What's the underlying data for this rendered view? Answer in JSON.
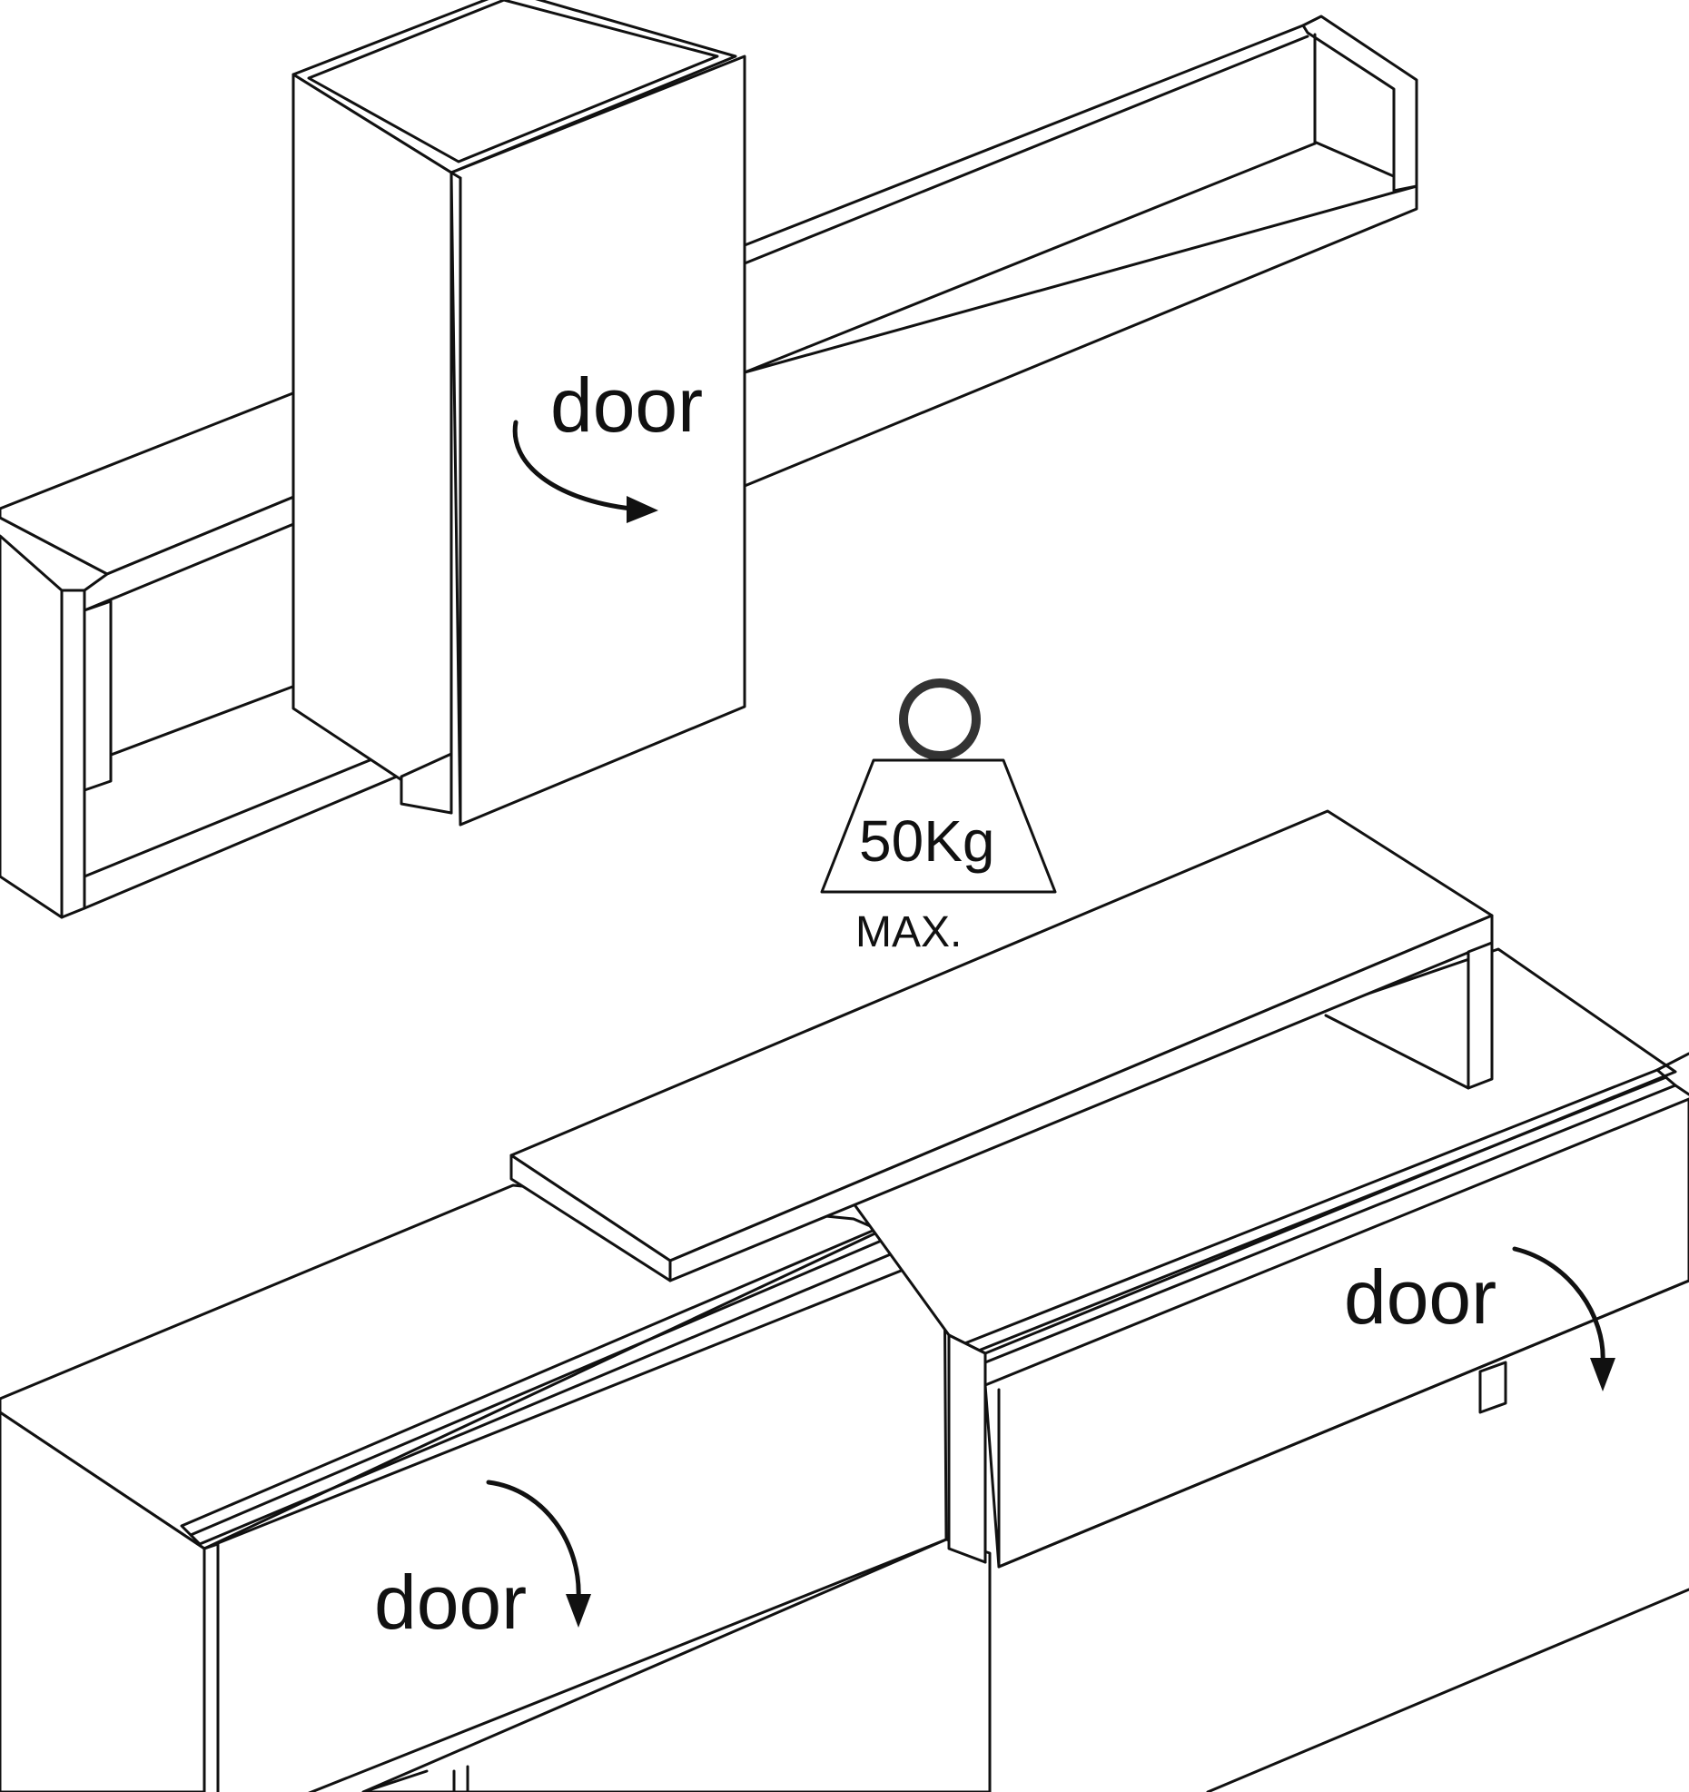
{
  "labels": {
    "door_wall_cabinet": "door",
    "door_tv_left": "door",
    "door_tv_right": "door",
    "weight_value": "50Kg",
    "weight_max": "MAX."
  },
  "colors": {
    "line": "#111111",
    "background": "#ffffff",
    "weight_ring": "#333333"
  },
  "icons": [
    "open-direction-arrow-icon",
    "weight-icon"
  ]
}
